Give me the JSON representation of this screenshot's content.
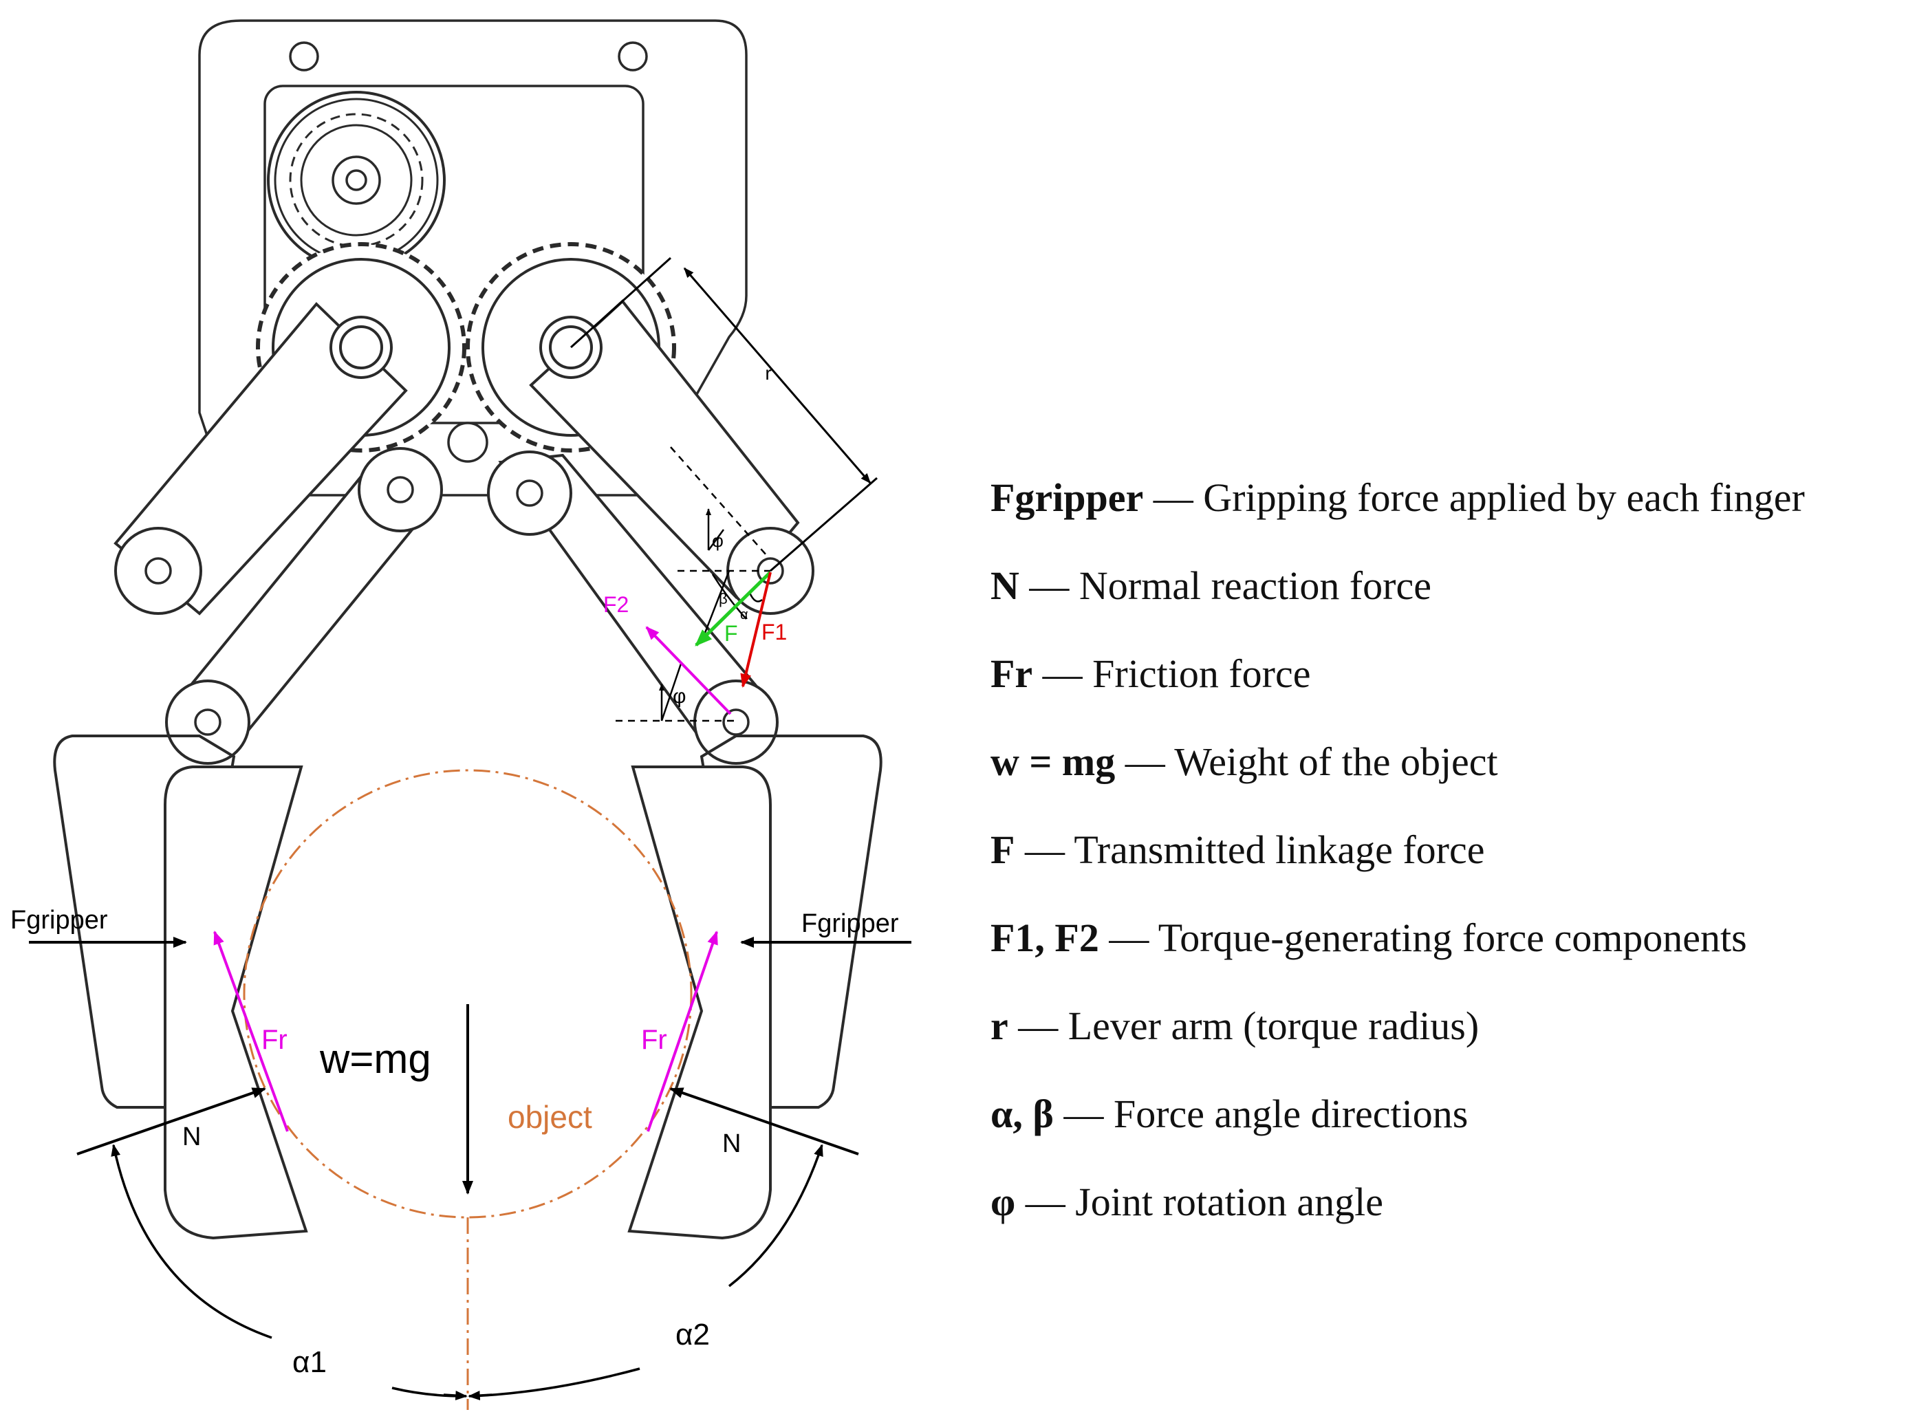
{
  "labels": {
    "fgripper_left": "Fgripper",
    "fgripper_right": "Fgripper",
    "f2": "F2",
    "f": "F",
    "f1": "F1",
    "phi_upper": "φ",
    "phi_lower": "φ",
    "beta": "β",
    "alpha": "α",
    "r": "r",
    "fr_left": "Fr",
    "fr_right": "Fr",
    "weight": "w=mg",
    "object": "object",
    "n_left": "N",
    "n_right": "N",
    "alpha1": "α1",
    "alpha2": "α2"
  },
  "legend": [
    {
      "symbol": "Fgripper",
      "text": " — Gripping force applied by each finger"
    },
    {
      "symbol": "N",
      "text": " — Normal reaction force"
    },
    {
      "symbol": "Fr",
      "text": " — Friction force"
    },
    {
      "symbol": "w = mg",
      "text": " — Weight of the object"
    },
    {
      "symbol": "F",
      "text": " — Transmitted linkage force"
    },
    {
      "symbol": "F1, F2",
      "text": " — Torque-generating force components"
    },
    {
      "symbol": "r",
      "text": " — Lever arm (torque radius)"
    },
    {
      "symbol": "α, β",
      "text": " — Force angle directions"
    },
    {
      "symbol": "φ",
      "text": " — Joint rotation angle"
    }
  ],
  "colors": {
    "outline": "#2a2a2a",
    "magenta": "#e600e6",
    "red": "#e00000",
    "green": "#22cc22",
    "object": "#d4763a"
  }
}
